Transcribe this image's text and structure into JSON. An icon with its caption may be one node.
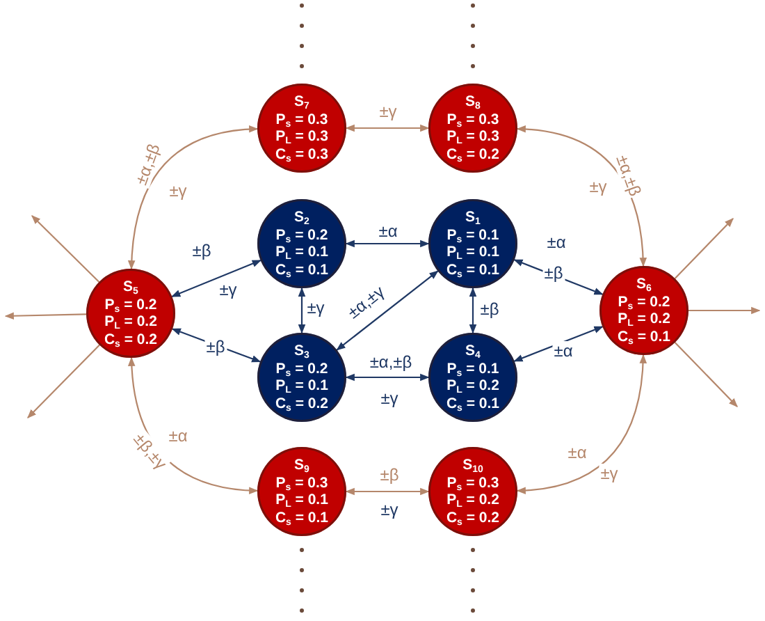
{
  "diagram": {
    "nodes": [
      {
        "text": [
          "S$_{7}$",
          "P$_{s}$ = 0.3",
          "P$_{L}$ = 0.3",
          "C$_{s}$ = 0.3"
        ]
      },
      {
        "text": [
          "S$_{8}$",
          "P$_{s}$ = 0.3",
          "P$_{L}$ = 0.3",
          "C$_{s}$ = 0.2"
        ]
      },
      {
        "text": [
          "S$_{2}$",
          "P$_{s}$ = 0.2",
          "P$_{L}$ = 0.1",
          "C$_{s}$ = 0.1"
        ]
      },
      {
        "text": [
          "S$_{1}$",
          "P$_{s}$ = 0.1",
          "P$_{L}$ = 0.1",
          "C$_{s}$ = 0.1"
        ]
      },
      {
        "text": [
          "S$_{5}$",
          "P$_{s}$ = 0.2",
          "P$_{L}$ = 0.2",
          "C$_{s}$ = 0.2"
        ]
      },
      {
        "text": [
          "S$_{6}$",
          "P$_{s}$ = 0.2",
          "P$_{L}$ = 0.2",
          "C$_{s}$ = 0.1"
        ]
      },
      {
        "text": [
          "S$_{3}$",
          "P$_{s}$ = 0.2",
          "P$_{L}$ = 0.1",
          "C$_{s}$ = 0.2"
        ]
      },
      {
        "text": [
          "S$_{4}$",
          "P$_{s}$ = 0.1",
          "P$_{L}$ = 0.2",
          "C$_{s}$ = 0.1"
        ]
      },
      {
        "text": [
          "S$_{9}$",
          "P$_{s}$ = 0.3",
          "P$_{L}$ = 0.1",
          "C$_{s}$ = 0.1"
        ]
      },
      {
        "text": [
          "S$_{10}$",
          "P$_{s}$ = 0.3",
          "P$_{L}$ = 0.2",
          "C$_{s}$ = 0.2"
        ]
      }
    ],
    "edges": [
      {
        "from": 0,
        "to": 1,
        "arrow": "both",
        "label": "±γ"
      },
      {
        "from": 4,
        "to": 0,
        "arrow": "both",
        "label": "±α,±β"
      },
      {
        "from": 1,
        "to": 5,
        "arrow": "both",
        "label": "±α,±β"
      },
      {
        "from": 4,
        "to": 2,
        "arrow": "both",
        "label": "±β",
        "color": "#1f3864"
      },
      {
        "from": 2,
        "to": 3,
        "arrow": "both",
        "label": "±α",
        "color": "#1f3864"
      },
      {
        "from": 3,
        "to": 5,
        "arrow": "both",
        "label": "±α",
        "color": "#1f3864"
      },
      {
        "from": 2,
        "to": 6,
        "arrow": "both",
        "label": "±γ",
        "color": "#1f3864"
      },
      {
        "from": 6,
        "to": 3,
        "arrow": "both",
        "label": "±α,±γ",
        "color": "#1f3864"
      },
      {
        "from": 3,
        "to": 7,
        "arrow": "both",
        "label": "±β",
        "color": "#1f3864"
      },
      {
        "from": 6,
        "to": 7,
        "arrow": "both",
        "label": "±α,±β",
        "color": "#1f3864"
      },
      {
        "from": 7,
        "to": 5,
        "arrow": "both",
        "label": "±α",
        "color": "#1f3864"
      },
      {
        "from": 4,
        "to": 6,
        "arrow": "both",
        "label": "±β",
        "color": "#1f3864"
      },
      {
        "from": 4,
        "to": 8,
        "arrow": "both",
        "label": "±α"
      },
      {
        "from": 8,
        "to": 9,
        "arrow": "both",
        "label": "±β"
      },
      {
        "from": 9,
        "to": 5,
        "arrow": "both",
        "label": "±α"
      },
      {
        "from": 4,
        "to": null,
        "arrow": "to"
      },
      {
        "from": 4,
        "to": null,
        "arrow": "to"
      },
      {
        "from": 4,
        "to": null,
        "arrow": "to"
      },
      {
        "from": 5,
        "to": null,
        "arrow": "to"
      },
      {
        "from": 5,
        "to": null,
        "arrow": "to"
      },
      {
        "from": 5,
        "to": null,
        "arrow": "to"
      }
    ],
    "labels": [
      "±γ",
      "±γ",
      "±β",
      "±γ",
      "±γ",
      "±β,±γ",
      "±γ",
      "±γ"
    ]
  }
}
